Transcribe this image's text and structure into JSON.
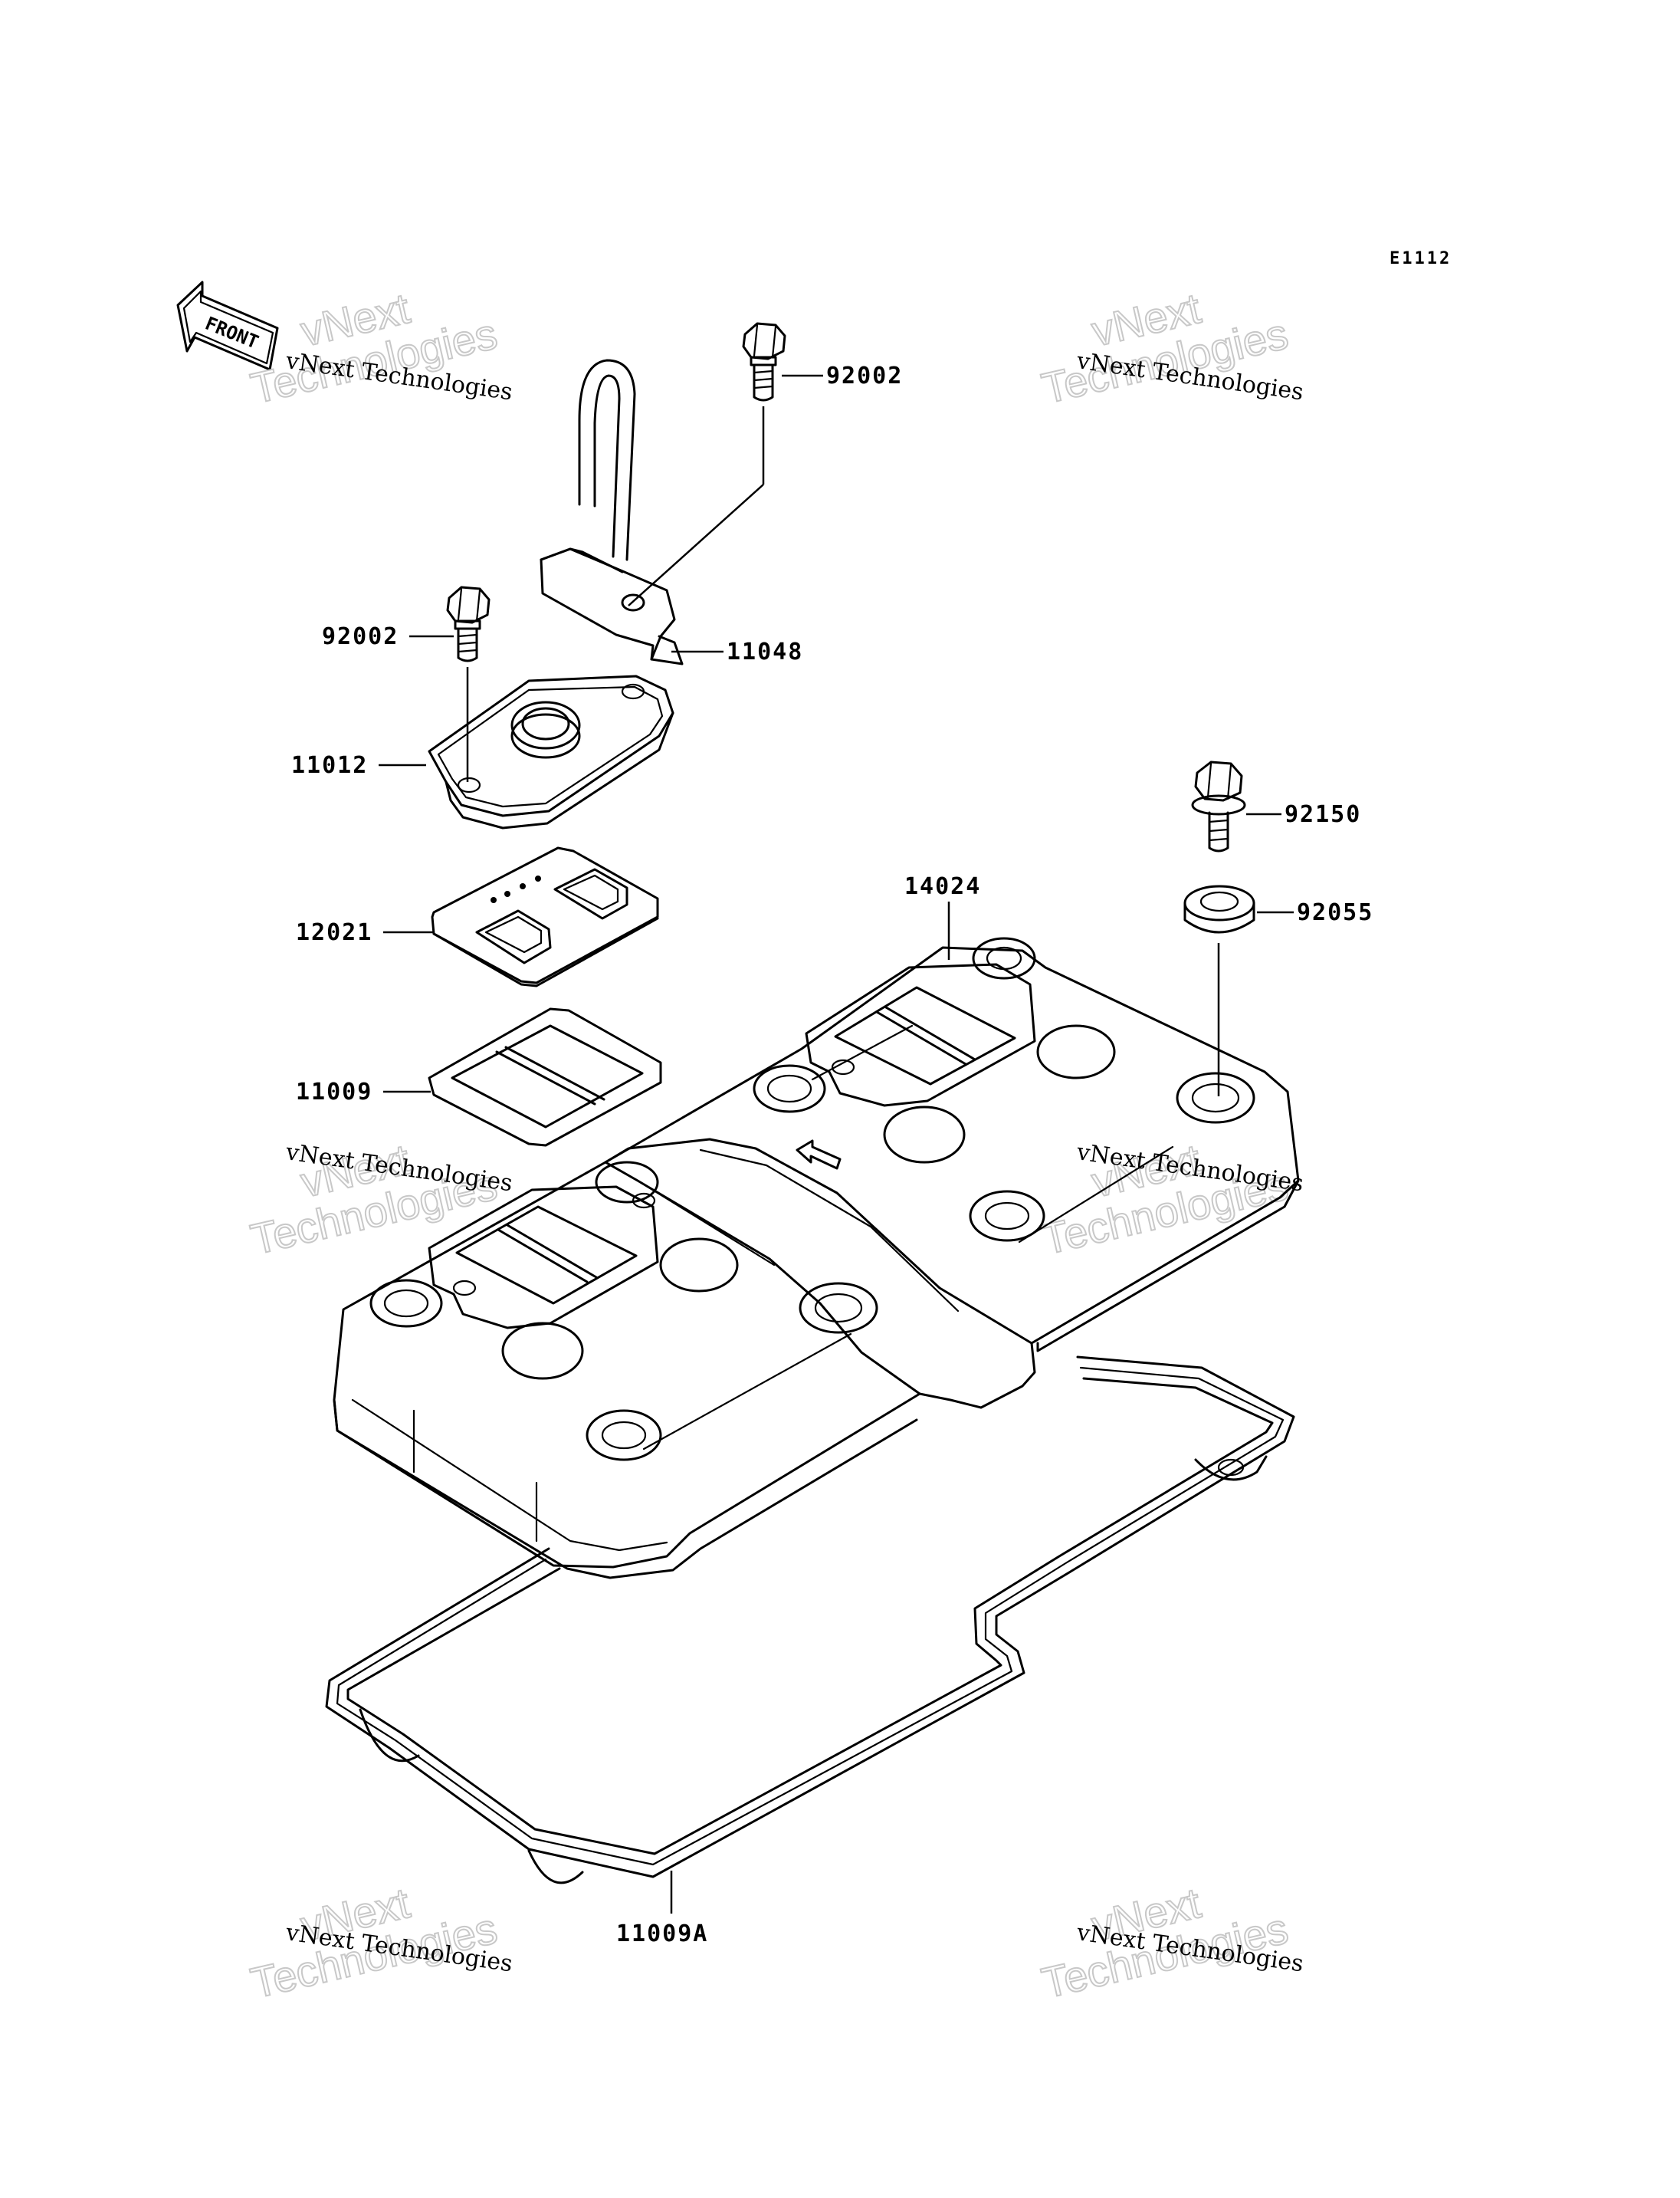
{
  "diagram_code": "E1112",
  "front_label": "FRONT",
  "watermark": {
    "small_text": "vNext Technologies",
    "big_line1": "vNext",
    "big_line2": "Technologies"
  },
  "parts": [
    {
      "id": "p-92002-top",
      "number": "92002"
    },
    {
      "id": "p-11048",
      "number": "11048"
    },
    {
      "id": "p-92002-left",
      "number": "92002"
    },
    {
      "id": "p-11012",
      "number": "11012"
    },
    {
      "id": "p-12021",
      "number": "12021"
    },
    {
      "id": "p-11009",
      "number": "11009"
    },
    {
      "id": "p-14024",
      "number": "14024"
    },
    {
      "id": "p-92150",
      "number": "92150"
    },
    {
      "id": "p-92055",
      "number": "92055"
    },
    {
      "id": "p-11009A",
      "number": "11009A"
    }
  ]
}
